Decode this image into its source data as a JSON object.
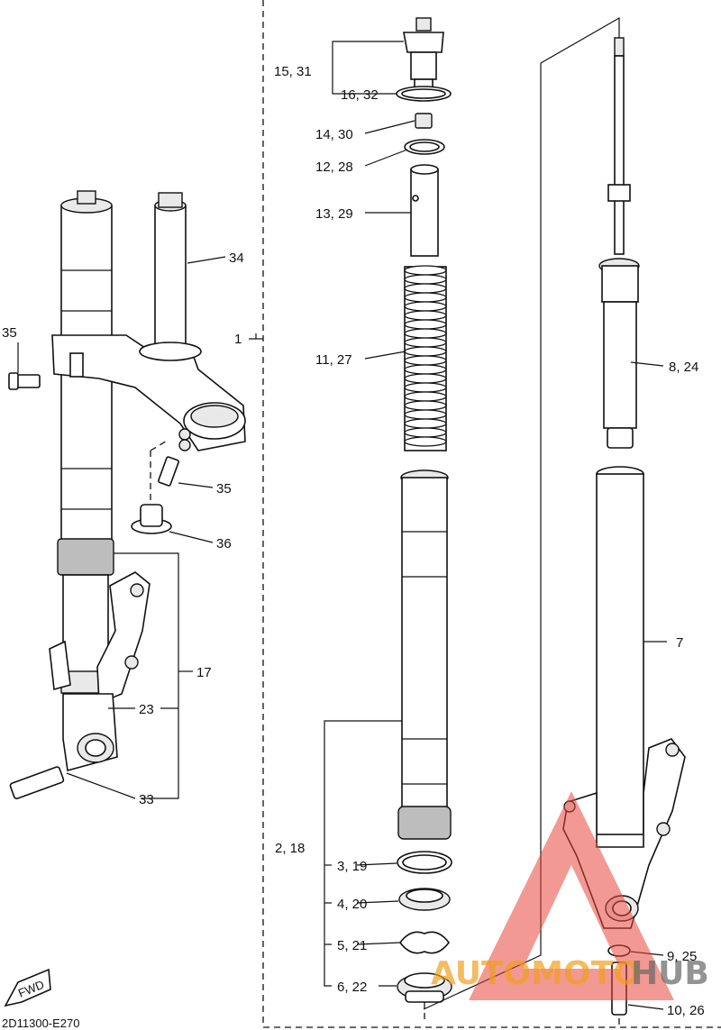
{
  "diagram_code": "2D11300-E270",
  "fwd_label": "FWD",
  "watermark": {
    "part1": "AUTOMOTO",
    "part2": "HUB"
  },
  "labels": {
    "p1": "1",
    "p2_18": "2, 18",
    "p3_19": "3, 19",
    "p4_20": "4, 20",
    "p5_21": "5, 21",
    "p6_22": "6, 22",
    "p7": "7",
    "p8_24": "8, 24",
    "p9_25": "9, 25",
    "p10_26": "10, 26",
    "p11_27": "11, 27",
    "p12_28": "12, 28",
    "p13_29": "13, 29",
    "p14_30": "14, 30",
    "p15_31": "15, 31",
    "p16_32": "16, 32",
    "p17": "17",
    "p23": "23",
    "p33": "33",
    "p34": "34",
    "p35a": "35",
    "p35b": "35",
    "p36": "36"
  }
}
